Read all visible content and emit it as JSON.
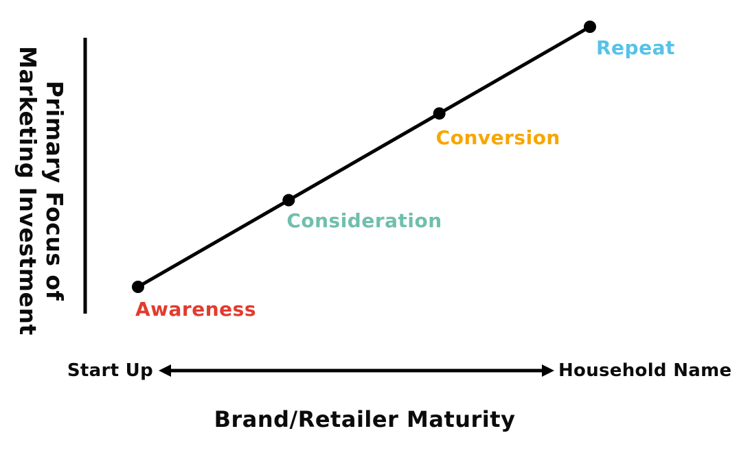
{
  "chart_data": {
    "type": "line",
    "description": "Conceptual straight ascending line showing primary marketing investment focus shifting across brand maturity stages",
    "line_color": "#000000",
    "background_color": "#ffffff",
    "grid": false,
    "legend": false,
    "trend": "linear increasing, four equally spaced points",
    "y_axis": {
      "label_lines": [
        "Primary Focus of",
        "Marketing Investment"
      ],
      "has_tick_labels": false,
      "axis_style": "plain vertical line, no ticks"
    },
    "x_axis": {
      "label": "Brand/Retailer Maturity",
      "left_label": "Start Up",
      "right_label": "Household Name",
      "axis_style": "double-headed horizontal arrow",
      "has_tick_labels": false
    },
    "points": [
      {
        "name": "Awareness",
        "x": 1,
        "y": 1,
        "color": "#e23b2e"
      },
      {
        "name": "Consideration",
        "x": 2,
        "y": 2,
        "color": "#6fbfac"
      },
      {
        "name": "Conversion",
        "x": 3,
        "y": 3,
        "color": "#f7a600"
      },
      {
        "name": "Repeat",
        "x": 4,
        "y": 4,
        "color": "#56c2e8"
      }
    ]
  }
}
